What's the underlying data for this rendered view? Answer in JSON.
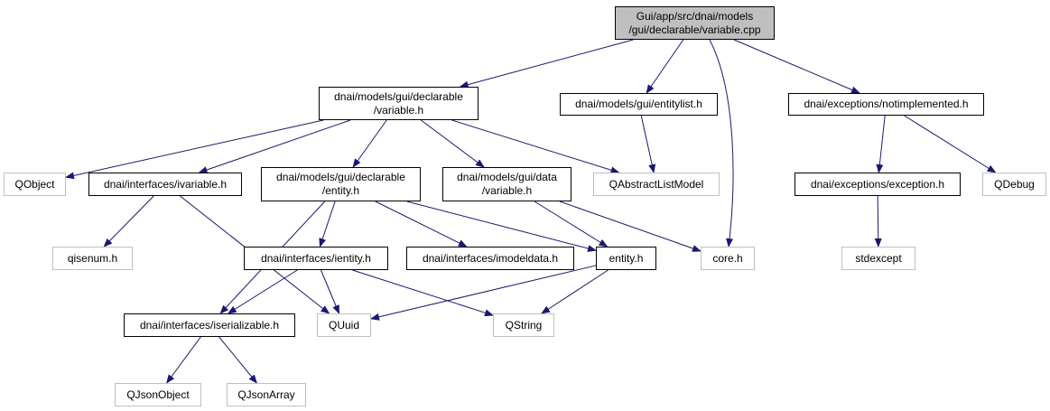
{
  "diagram": {
    "colors": {
      "edge": "#191970",
      "node_border": "#000000",
      "external_border": "#bfbfbf",
      "root_fill": "#bfbfbf"
    },
    "nodes": [
      {
        "id": "root",
        "lines": [
          "Gui/app/src/dnai/models",
          "/gui/declarable/variable.cpp"
        ],
        "kind": "root"
      },
      {
        "id": "decl_variable_h",
        "lines": [
          "dnai/models/gui/declarable",
          "/variable.h"
        ],
        "kind": "file"
      },
      {
        "id": "entitylist_h",
        "lines": [
          "dnai/models/gui/entitylist.h"
        ],
        "kind": "file"
      },
      {
        "id": "notimplemented_h",
        "lines": [
          "dnai/exceptions/notimplemented.h"
        ],
        "kind": "file"
      },
      {
        "id": "qobject",
        "lines": [
          "QObject"
        ],
        "kind": "external"
      },
      {
        "id": "ivariable_h",
        "lines": [
          "dnai/interfaces/ivariable.h"
        ],
        "kind": "file"
      },
      {
        "id": "decl_entity_h",
        "lines": [
          "dnai/models/gui/declarable",
          "/entity.h"
        ],
        "kind": "file"
      },
      {
        "id": "data_variable_h",
        "lines": [
          "dnai/models/gui/data",
          "/variable.h"
        ],
        "kind": "file"
      },
      {
        "id": "qabstractlistmodel",
        "lines": [
          "QAbstractListModel"
        ],
        "kind": "external"
      },
      {
        "id": "exception_h",
        "lines": [
          "dnai/exceptions/exception.h"
        ],
        "kind": "file"
      },
      {
        "id": "qdebug",
        "lines": [
          "QDebug"
        ],
        "kind": "external"
      },
      {
        "id": "qisenum_h",
        "lines": [
          "qisenum.h"
        ],
        "kind": "external"
      },
      {
        "id": "ientity_h",
        "lines": [
          "dnai/interfaces/ientity.h"
        ],
        "kind": "file"
      },
      {
        "id": "imodeldata_h",
        "lines": [
          "dnai/interfaces/imodeldata.h"
        ],
        "kind": "file"
      },
      {
        "id": "entity_h",
        "lines": [
          "entity.h"
        ],
        "kind": "file"
      },
      {
        "id": "core_h",
        "lines": [
          "core.h"
        ],
        "kind": "external"
      },
      {
        "id": "stdexcept",
        "lines": [
          "stdexcept"
        ],
        "kind": "external"
      },
      {
        "id": "iserializable_h",
        "lines": [
          "dnai/interfaces/iserializable.h"
        ],
        "kind": "file"
      },
      {
        "id": "quuid",
        "lines": [
          "QUuid"
        ],
        "kind": "external"
      },
      {
        "id": "qstring",
        "lines": [
          "QString"
        ],
        "kind": "external"
      },
      {
        "id": "qjsonobject",
        "lines": [
          "QJsonObject"
        ],
        "kind": "external"
      },
      {
        "id": "qjsonarray",
        "lines": [
          "QJsonArray"
        ],
        "kind": "external"
      }
    ],
    "edges": [
      [
        "root",
        "decl_variable_h"
      ],
      [
        "root",
        "entitylist_h"
      ],
      [
        "root",
        "core_h"
      ],
      [
        "root",
        "notimplemented_h"
      ],
      [
        "decl_variable_h",
        "qobject"
      ],
      [
        "decl_variable_h",
        "ivariable_h"
      ],
      [
        "decl_variable_h",
        "decl_entity_h"
      ],
      [
        "decl_variable_h",
        "data_variable_h"
      ],
      [
        "decl_variable_h",
        "qabstractlistmodel"
      ],
      [
        "entitylist_h",
        "qabstractlistmodel"
      ],
      [
        "notimplemented_h",
        "exception_h"
      ],
      [
        "notimplemented_h",
        "qdebug"
      ],
      [
        "exception_h",
        "stdexcept"
      ],
      [
        "ivariable_h",
        "qisenum_h"
      ],
      [
        "ivariable_h",
        "quuid"
      ],
      [
        "decl_entity_h",
        "ientity_h"
      ],
      [
        "decl_entity_h",
        "imodeldata_h"
      ],
      [
        "decl_entity_h",
        "entity_h"
      ],
      [
        "decl_entity_h",
        "iserializable_h"
      ],
      [
        "data_variable_h",
        "entity_h"
      ],
      [
        "data_variable_h",
        "core_h"
      ],
      [
        "ientity_h",
        "iserializable_h"
      ],
      [
        "ientity_h",
        "quuid"
      ],
      [
        "ientity_h",
        "qstring"
      ],
      [
        "entity_h",
        "quuid"
      ],
      [
        "entity_h",
        "qstring"
      ],
      [
        "iserializable_h",
        "qjsonobject"
      ],
      [
        "iserializable_h",
        "qjsonarray"
      ]
    ]
  }
}
